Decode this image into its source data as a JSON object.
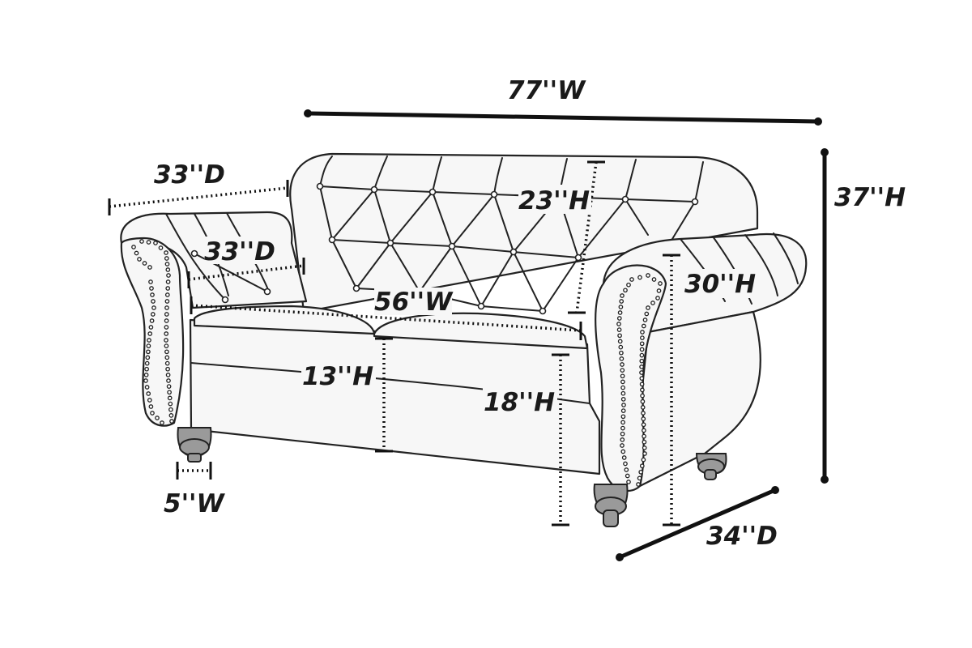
{
  "dimensions": {
    "overall_width": "77''W",
    "overall_height": "37''H",
    "overall_depth": "34''D",
    "arm_depth_outer": "33''D",
    "arm_depth_inner": "33''D",
    "back_height": "23''H",
    "arm_height": "30''H",
    "seat_width": "56''W",
    "seat_height_low": "13''H",
    "seat_height": "18''H",
    "leg_width": "5''W"
  },
  "colors": {
    "line": "#222222",
    "upholstery": "#f7f7f7",
    "leg": "#9a9a9a"
  },
  "icon": "loveseat-line-drawing"
}
